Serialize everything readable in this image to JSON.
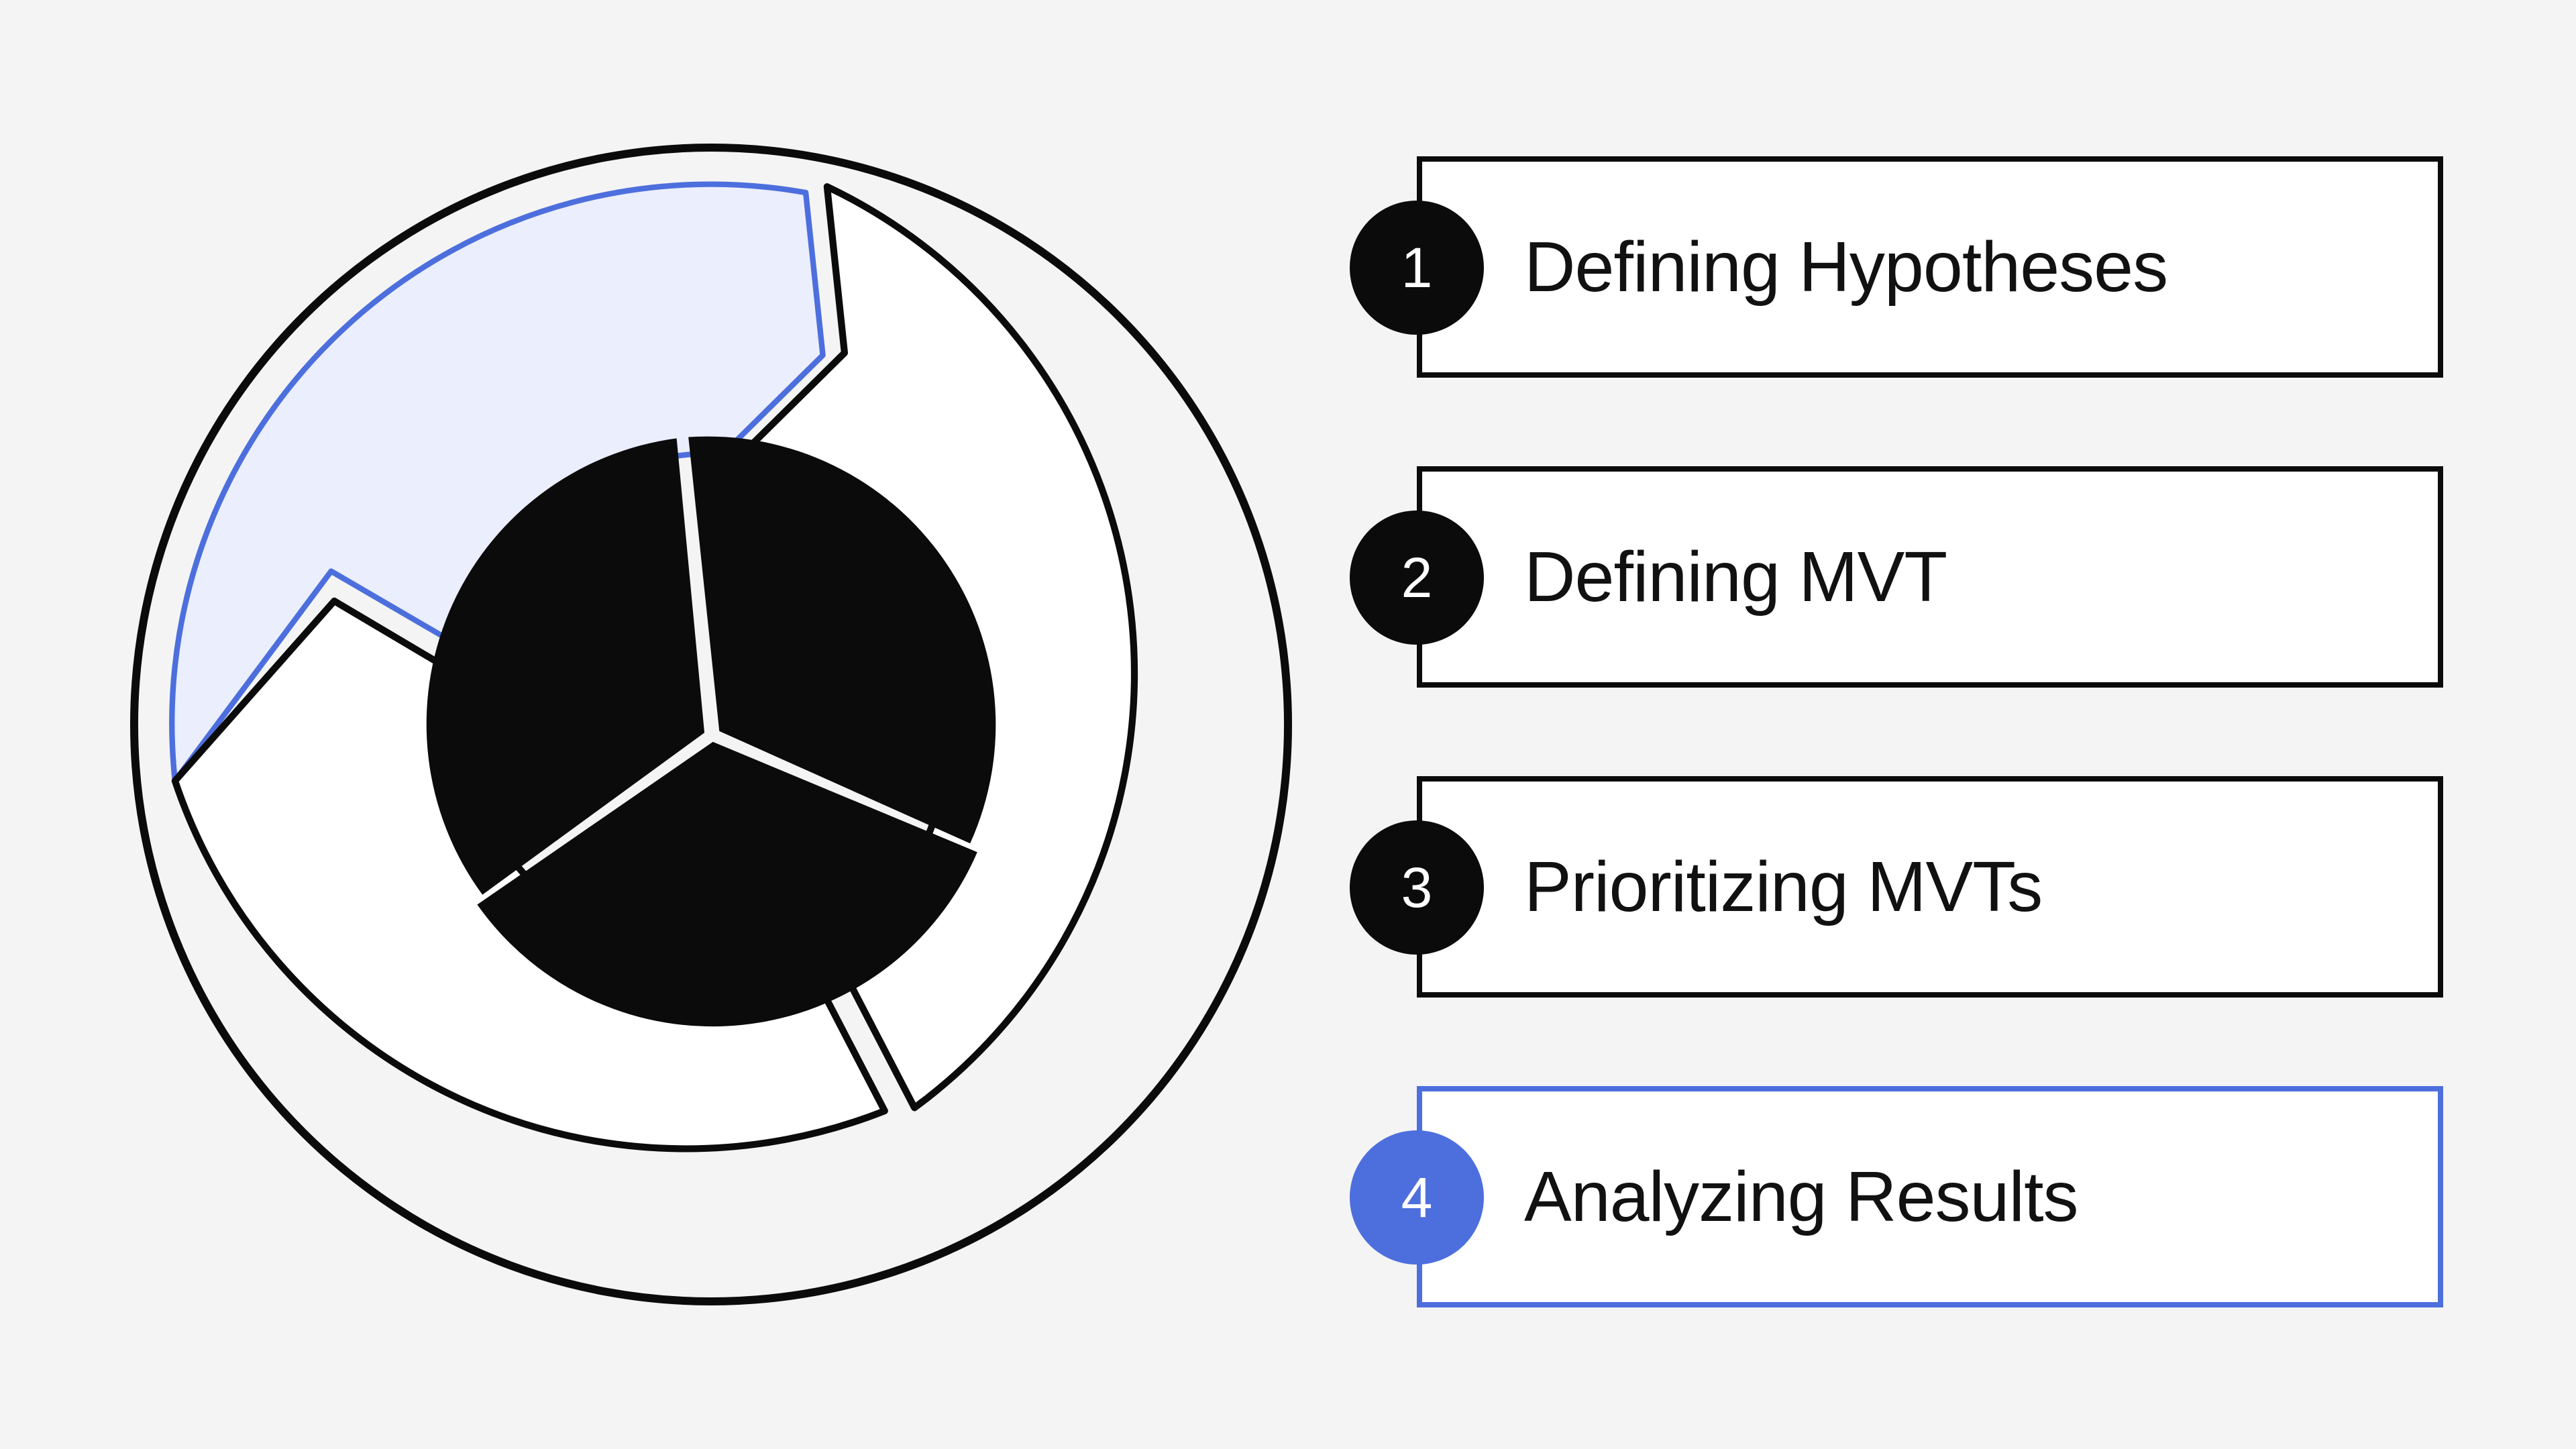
{
  "background_color": "#f4f4f4",
  "colors": {
    "ink": "#0b0b0b",
    "accent_blue": "#4d6fdd",
    "accent_blue_fill": "#ebeefc",
    "card_fill": "#ffffff",
    "badge_text": "#ffffff"
  },
  "diagram": {
    "name": "segmented-donut-diagram",
    "type": "concentric-ring-process-wheel",
    "outer_ring": {
      "stroke": "#0b0b0b",
      "fill": "none"
    },
    "inner_hub": {
      "fill": "#0b0b0b",
      "segments": 3,
      "gap": "white radial dividers"
    },
    "segments": [
      {
        "index": 1,
        "state": "highlighted",
        "fill": "#ebeefc",
        "stroke": "#4d6fdd"
      },
      {
        "index": 2,
        "state": "default",
        "fill": "#ffffff",
        "stroke": "#0b0b0b"
      },
      {
        "index": 3,
        "state": "default",
        "fill": "#ffffff",
        "stroke": "#0b0b0b"
      }
    ]
  },
  "steps": {
    "items": [
      {
        "number": "1",
        "label": "Defining Hypotheses",
        "active": false
      },
      {
        "number": "2",
        "label": "Defining MVT",
        "active": false
      },
      {
        "number": "3",
        "label": "Prioritizing MVTs",
        "active": false
      },
      {
        "number": "4",
        "label": "Analyzing Results",
        "active": true
      }
    ]
  }
}
